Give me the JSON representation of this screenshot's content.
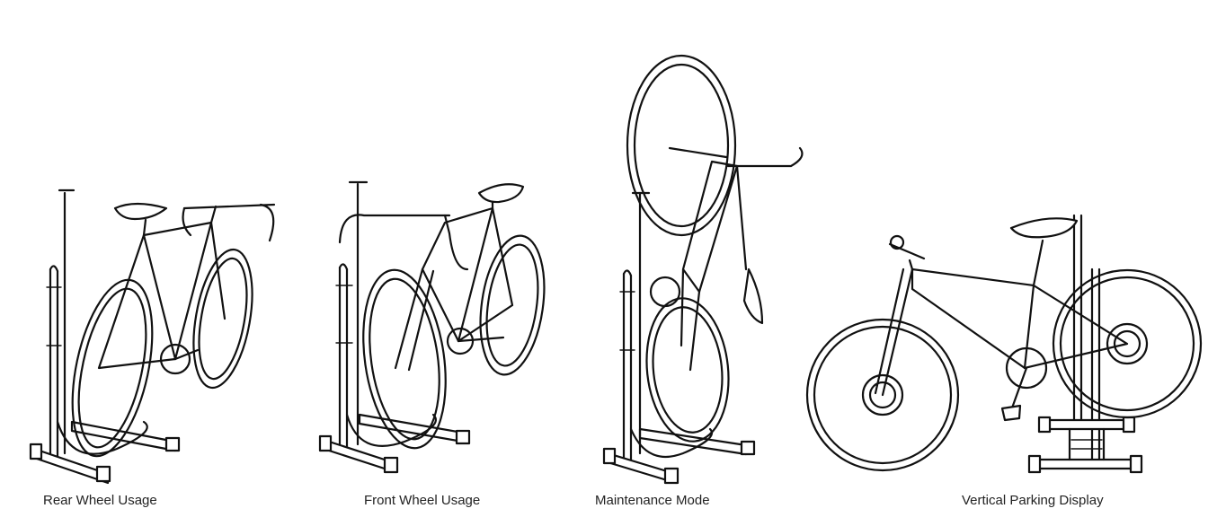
{
  "panels": [
    {
      "caption": "Rear Wheel Usage"
    },
    {
      "caption": "Front Wheel Usage"
    },
    {
      "caption": "Maintenance Mode"
    },
    {
      "caption": "Vertical Parking Display"
    }
  ],
  "colors": {
    "line": "#111111",
    "background": "#ffffff",
    "caption": "#222222"
  }
}
